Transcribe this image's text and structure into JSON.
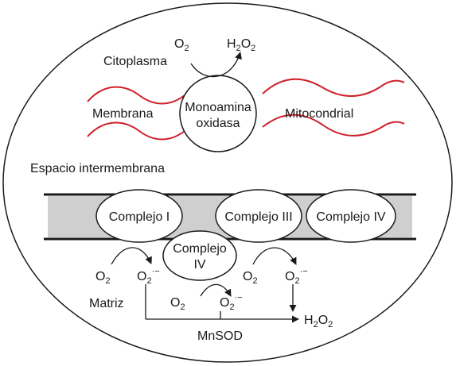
{
  "labels": {
    "citoplasma": "Citoplasma",
    "membrana": "Membrana",
    "mitocondrial": "Mitocondrial",
    "espacio": "Espacio intermembrana",
    "matriz": "Matriz",
    "mnsod": "MnSOD",
    "monoamina": "Monoamina",
    "oxidasa": "oxidasa",
    "complejo_1": "Complejo I",
    "complejo_3": "Complejo III",
    "complejo_4_right": "Complejo IV",
    "complejo_4_center_line1": "Complejo",
    "complejo_4_center_line2": "IV"
  },
  "chem": {
    "o": "O",
    "h": "H",
    "two": "2",
    "radical": "·−"
  },
  "colors": {
    "membrane_wave": "#d0202a",
    "inner_membrane_fill": "#cfcfcf",
    "stroke": "#1a1a1a",
    "ellipse_fill": "#ffffff"
  }
}
